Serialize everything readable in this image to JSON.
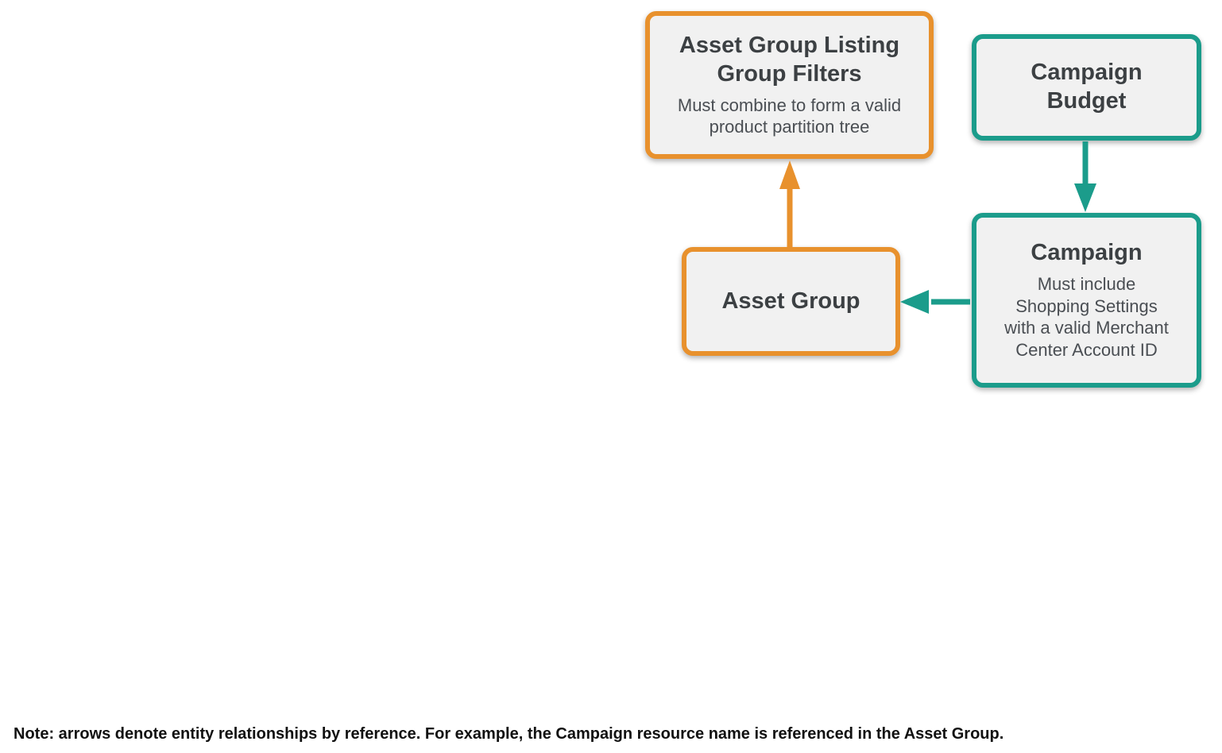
{
  "colors": {
    "orange": "#E8912D",
    "teal": "#1B9C8B",
    "box_background": "#F1F1F1",
    "title_text": "#3C4043",
    "subtitle_text": "#4A4E53",
    "note_text": "#111111"
  },
  "nodes": {
    "listing_filters": {
      "title": "Asset Group Listing\nGroup Filters",
      "subtitle": "Must combine to form a valid\nproduct partition tree",
      "accent": "orange"
    },
    "campaign_budget": {
      "title": "Campaign\nBudget",
      "accent": "teal"
    },
    "asset_group": {
      "title": "Asset Group",
      "accent": "orange"
    },
    "campaign": {
      "title": "Campaign",
      "subtitle": "Must include\nShopping Settings\nwith a valid Merchant\nCenter Account ID",
      "accent": "teal"
    }
  },
  "edges": [
    {
      "from": "Asset Group",
      "to": "Asset Group Listing Group Filters",
      "color": "orange",
      "direction": "up"
    },
    {
      "from": "Campaign Budget",
      "to": "Campaign",
      "color": "teal",
      "direction": "down"
    },
    {
      "from": "Campaign",
      "to": "Asset Group",
      "color": "teal",
      "direction": "left"
    }
  ],
  "note": "Note: arrows denote entity relationships by reference. For example, the Campaign resource name is referenced in the Asset Group."
}
